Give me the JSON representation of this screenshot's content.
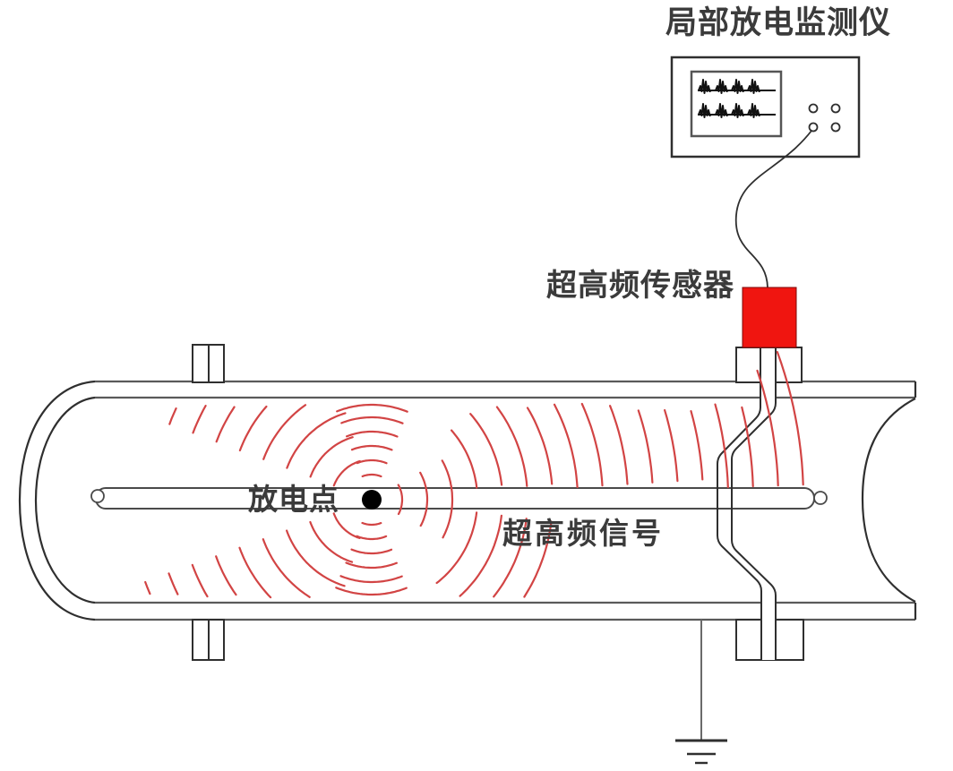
{
  "page": {
    "background": "#ffffff"
  },
  "labels": {
    "monitor": "局部放电监测仪",
    "sensor": "超高频传感器",
    "discharge_point": "放电点",
    "uhf_signal": "超高频信号"
  },
  "colors": {
    "sensor_block": "#f01510",
    "uhf_wave": "#d24444",
    "outline": "#2f2f2f",
    "pipe_wall": "#5a5a5a",
    "conductor": "#4a4a4a",
    "label_text": "#3b3b3b",
    "discharge_dot": "#000000",
    "waveform": "#111111"
  },
  "icons": {
    "monitor_screen": "pd-pulse-waveform-icon",
    "ground": "earth-ground-icon",
    "sensor": "uhf-sensor-block",
    "waves": "uhf-wave-arcs"
  }
}
